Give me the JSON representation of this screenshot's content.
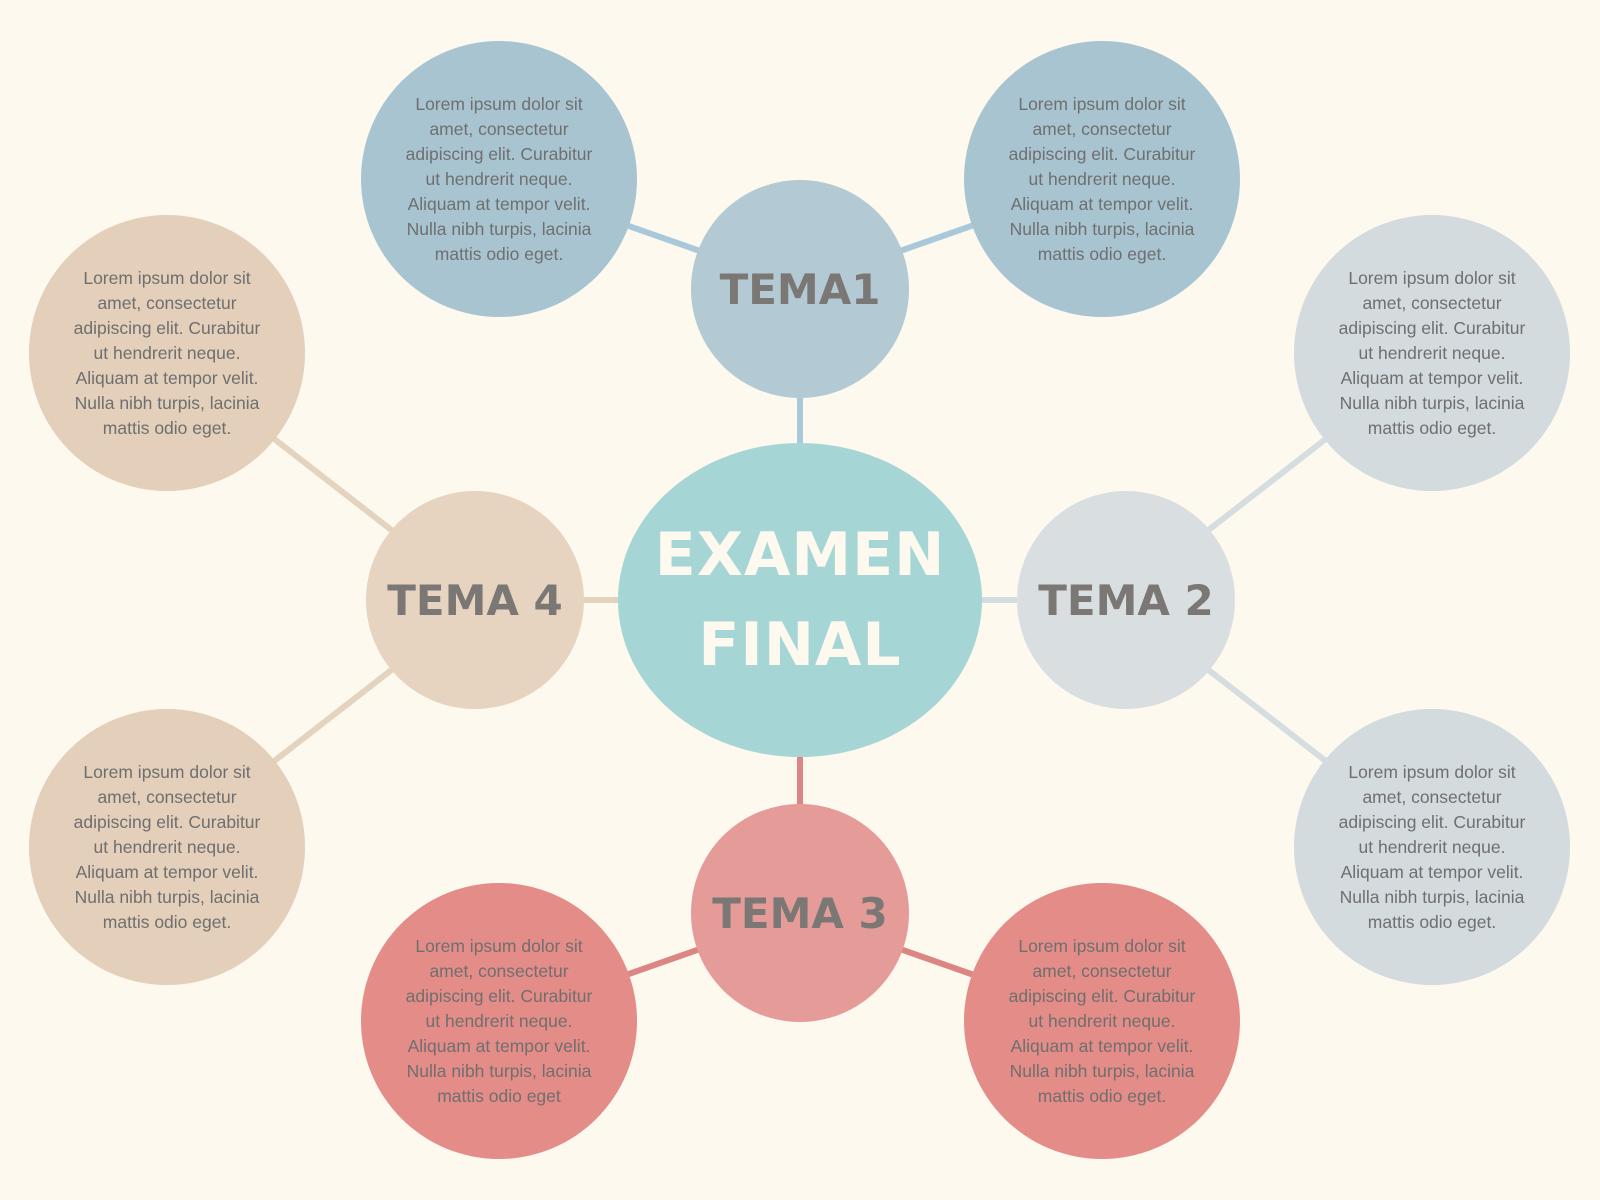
{
  "colors": {
    "background": "#fdf9ee",
    "center": "#a6d5d5",
    "tema1": "#b3c9d3",
    "tema2": "#d9dfe1",
    "tema3": "#e59b97",
    "tema4": "#e6d4c1",
    "tema1_line": "#a9c9da",
    "tema2_line": "#d6dde0",
    "tema3_line": "#dc8683",
    "tema4_line": "#e4d3bf"
  },
  "center": {
    "line1": "EXAMEN",
    "line2": "FINAL"
  },
  "topics": {
    "tema1": {
      "label": "TEMA1"
    },
    "tema2": {
      "label": "TEMA 2"
    },
    "tema3": {
      "label": "TEMA 3"
    },
    "tema4": {
      "label": "TEMA 4"
    }
  },
  "leaves": {
    "tema1_left": "Lorem ipsum dolor sit\namet, consectetur\nadipiscing elit. Curabitur\nut hendrerit neque.\nAliquam at tempor velit.\nNulla nibh turpis, lacinia\nmattis odio eget.",
    "tema1_right": "Lorem ipsum dolor sit\namet, consectetur\nadipiscing elit. Curabitur\nut hendrerit neque.\nAliquam at tempor velit.\nNulla nibh turpis, lacinia\nmattis odio eget.",
    "tema2_top": "Lorem ipsum dolor sit\namet, consectetur\nadipiscing elit. Curabitur\nut hendrerit neque.\nAliquam at tempor velit.\nNulla nibh turpis, lacinia\nmattis odio eget.",
    "tema2_bottom": "Lorem ipsum dolor sit\namet, consectetur\nadipiscing elit. Curabitur\nut hendrerit neque.\nAliquam at tempor velit.\nNulla nibh turpis, lacinia\nmattis odio eget.",
    "tema3_left": "Lorem ipsum dolor sit\namet, consectetur\nadipiscing elit. Curabitur\nut hendrerit neque.\nAliquam at tempor velit.\nNulla nibh turpis, lacinia\nmattis odio eget",
    "tema3_right": "Lorem ipsum dolor sit\namet, consectetur\nadipiscing elit. Curabitur\nut hendrerit neque.\nAliquam at tempor velit.\nNulla nibh turpis, lacinia\nmattis odio eget.",
    "tema4_top": "Lorem ipsum dolor sit\namet, consectetur\nadipiscing elit. Curabitur\nut hendrerit neque.\nAliquam at tempor velit.\nNulla nibh turpis, lacinia\nmattis odio eget.",
    "tema4_bottom": "Lorem ipsum dolor sit\namet, consectetur\nadipiscing elit. Curabitur\nut hendrerit neque.\nAliquam at tempor velit.\nNulla nibh turpis, lacinia\nmattis odio eget."
  }
}
